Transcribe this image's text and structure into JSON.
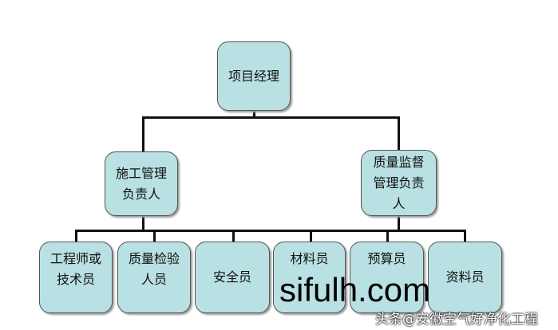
{
  "root": "项目经理",
  "level2": [
    "施工管理负责人",
    "质量监督管理负责人"
  ],
  "level3": [
    "工程师或技术员",
    "质量检验人员",
    "安全员",
    "材料员",
    "预算员",
    "资料员"
  ],
  "watermark": "sifulh.com",
  "credit": "头条@安徽空气好净化工程",
  "colors": {
    "fill": "#b9e0e2",
    "border": "#555555"
  }
}
